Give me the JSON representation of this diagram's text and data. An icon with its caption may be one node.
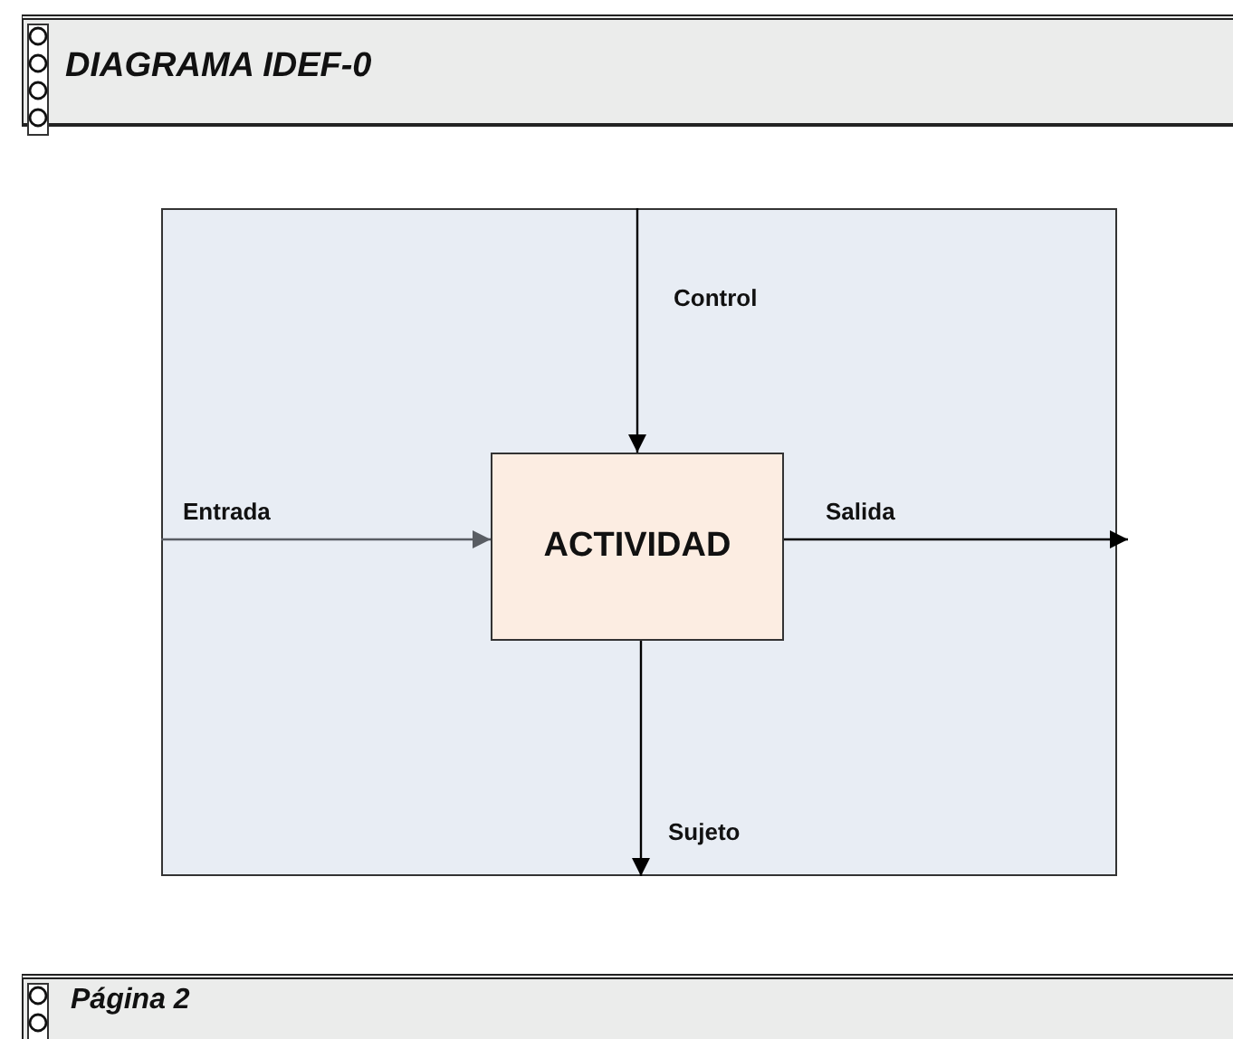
{
  "diagram": {
    "title": "DIAGRAMA IDEF-0",
    "nodes": [
      {
        "text": [],
        "shape": "box"
      },
      {
        "text": [
          "ACTIVIDAD"
        ],
        "in": 0
      }
    ],
    "edges": [
      {
        "from": null,
        "to": 1,
        "arrow": "to",
        "label": "Control"
      },
      {
        "from": null,
        "to": 1,
        "arrow": "to",
        "label": "Entrada",
        "color": "#595d63"
      },
      {
        "from": 1,
        "to": null,
        "arrow": "to",
        "label": "Salida"
      },
      {
        "from": 1,
        "to": null,
        "arrow": "to",
        "label": "Sujeto"
      }
    ],
    "labels": [
      "Página 2"
    ]
  }
}
